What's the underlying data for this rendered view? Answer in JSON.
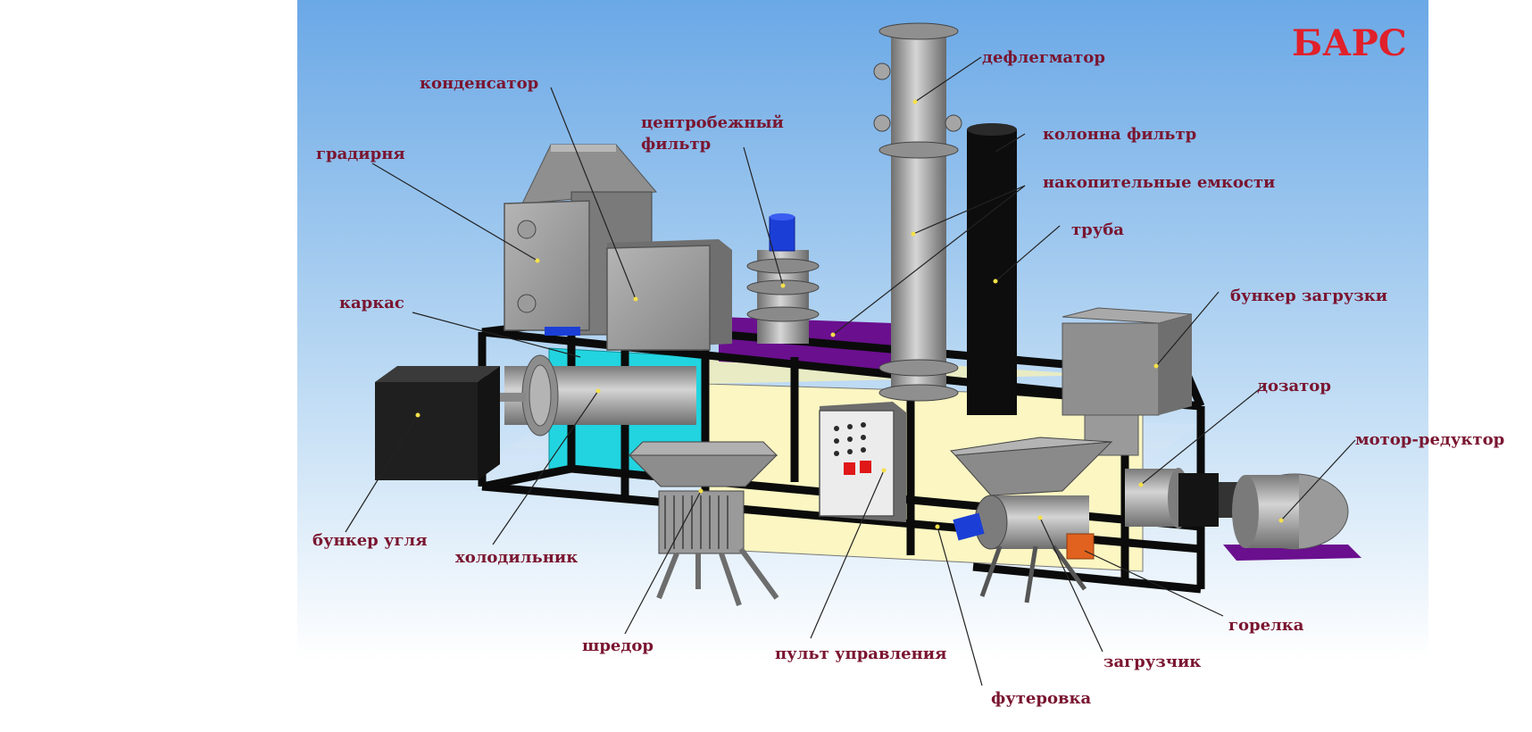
{
  "brand": "БАРС",
  "labels": {
    "deflegmator": "дефлегматор",
    "kondensator": "конденсатор",
    "centrifugal_filter_line1": "центробежный",
    "centrifugal_filter_line2": "фильтр",
    "column_filter": "колонна фильтр",
    "gradirnya": "градирня",
    "storage_tanks": "накопительные емкости",
    "truba": "труба",
    "karkas": "каркас",
    "loading_bunker": "бункер загрузки",
    "dozator": "дозатор",
    "motor_reducer": "мотор-редуктор",
    "coal_bunker": "бункер угля",
    "refrigerator": "холодильник",
    "shredder": "шредор",
    "control_panel": "пульт управления",
    "loader": "загрузчик",
    "burner": "горелка",
    "lining": "футеровка"
  },
  "colors": {
    "label_text": "#7a1530",
    "brand_text": "#e0202a",
    "sky_top": "#6aa8e6",
    "sky_bottom": "#ffffff",
    "frame": "#0b0b0b",
    "steel": "#9a9a9a",
    "purple": "#6a0f8e",
    "cyan": "#22d4e0",
    "light_yellow": "#fbf6c2",
    "blue_motor": "#1b3fd6",
    "orange": "#e0621e"
  }
}
